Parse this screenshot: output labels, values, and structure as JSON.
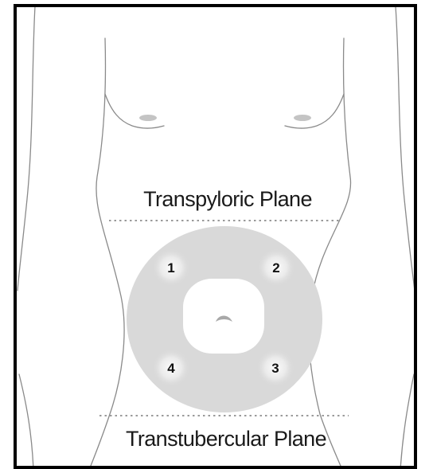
{
  "diagram": {
    "planes": {
      "upper": "Transpyloric Plane",
      "lower": "Transtubercular Plane"
    },
    "quadrants": [
      "1",
      "2",
      "3",
      "4"
    ],
    "colors": {
      "border": "#000000",
      "outline": "#8a8a8a",
      "zone_fill": "#d9d9d9",
      "dashed_line": "#9a9a9a",
      "nipple": "#c4c4c4"
    }
  }
}
